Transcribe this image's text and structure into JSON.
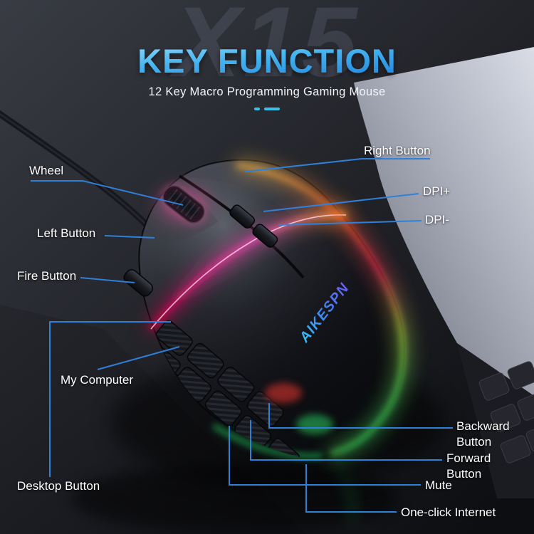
{
  "header": {
    "watermark": "X15",
    "title": "KEY FUNCTION",
    "subtitle": "12 Key Macro Programming Gaming Mouse"
  },
  "mouse": {
    "brand": "AIKESPN"
  },
  "callouts": {
    "right_button": "Right Button",
    "wheel": "Wheel",
    "dpi_plus": "DPI+",
    "dpi_minus": "DPI-",
    "left_button": "Left Button",
    "fire_button": "Fire Button",
    "my_computer": "My Computer",
    "backward_button": "Backward Button",
    "forward_button": "Forward Button",
    "desktop_button": "Desktop Button",
    "mute": "Mute",
    "one_click_internet": "One-click Internet"
  },
  "colors": {
    "callout_line": "#2f80d8",
    "accent_dash": "#39bfe8",
    "title_gradient_start": "#b6ecff",
    "title_gradient_end": "#0d6fd6",
    "rgb_pink": "#ff1d8d",
    "rgb_orange": "#ff9f2e",
    "rgb_green": "#27e065"
  }
}
